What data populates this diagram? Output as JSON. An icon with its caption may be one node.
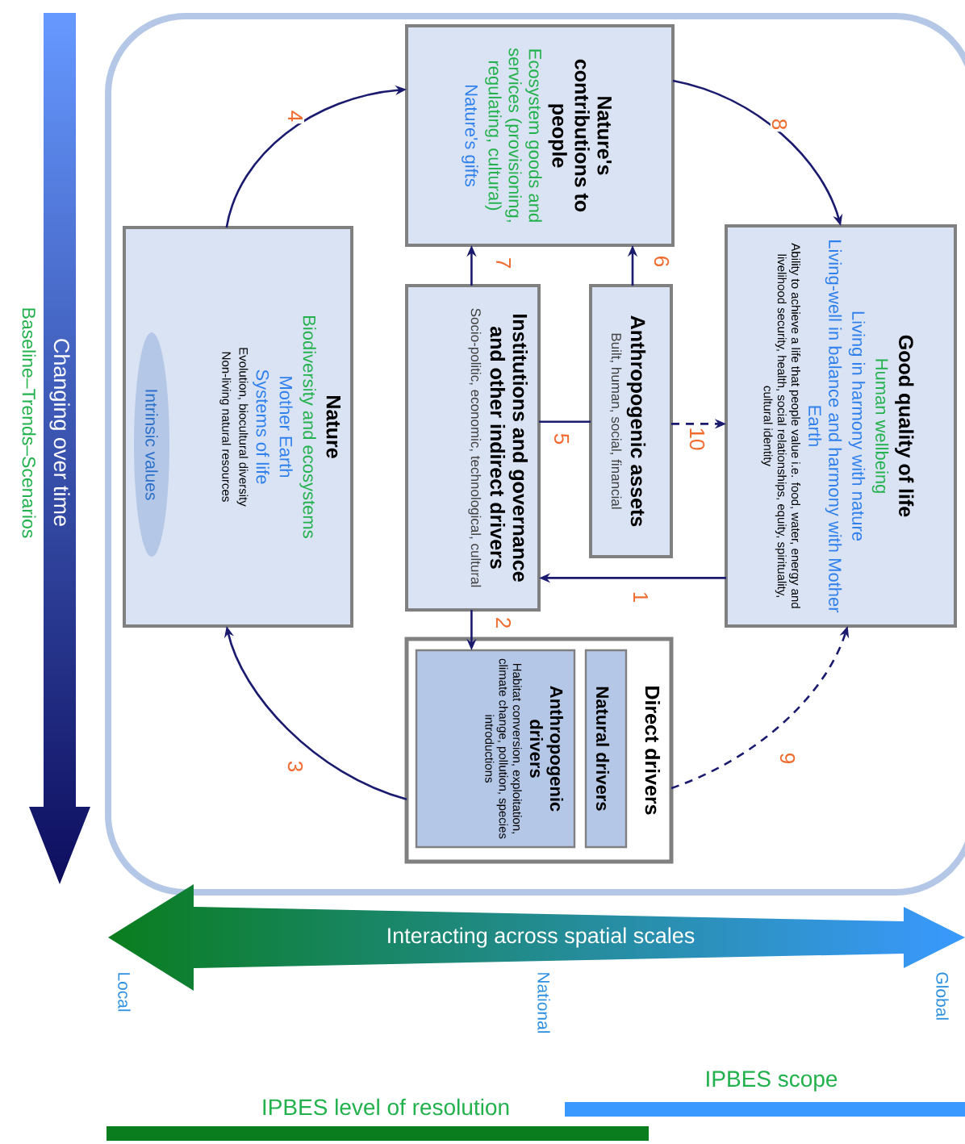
{
  "diagram": {
    "nodes": [
      {
        "text": [
          "Nature",
          "Biodiversity and ecosystems",
          "Mother Earth",
          "Systems of life",
          "Evolution, biocultural diversity",
          "Non-living natural resources"
        ]
      },
      {
        "text": [
          "Intrinsic values"
        ],
        "in": 0
      },
      {
        "text": [
          "Nature's contributions to people",
          "Ecosystem goods and services (provisioning, regulating, cultural)",
          "Nature's gifts"
        ]
      },
      {
        "text": [
          "Institutions and governance and other indirect drivers",
          "Socio-politic, economic, technological, cultural"
        ]
      },
      {
        "text": [
          "Anthropogenic assets",
          "Built, human, social, financial"
        ]
      },
      {
        "text": [
          "Good quality of life",
          "Human wellbeing",
          "Living in harmony with nature",
          "Living-well in balance and harmony with Mother Earth",
          "Ability to achieve a life that people value i.e. food, water, energy and livelihood security, health, social relationships, equity, spirituality, cultural identity"
        ]
      },
      {
        "text": [
          "Direct drivers"
        ]
      },
      {
        "text": [
          "Natural drivers"
        ],
        "in": 6
      },
      {
        "text": [
          "Anthropogenic drivers",
          "Habitat conversion, exploitation, climate change, pollution, species introductions"
        ],
        "in": 6
      }
    ],
    "edges": [
      {
        "from": 0,
        "to": 2,
        "arrow": "to",
        "label": "4"
      },
      {
        "from": 2,
        "to": 5,
        "arrow": "to",
        "label": "8"
      },
      {
        "from": 3,
        "to": 2,
        "arrow": "to",
        "label": "7"
      },
      {
        "from": 4,
        "to": 2,
        "arrow": "to",
        "label": "6"
      },
      {
        "from": 3,
        "to": 4,
        "arrow": "none",
        "label": "5"
      },
      {
        "from": 4,
        "to": 5,
        "arrow": "to",
        "label": "10",
        "style": "dashed"
      },
      {
        "from": 5,
        "to": 3,
        "arrow": "to",
        "label": "1"
      },
      {
        "from": 3,
        "to": 8,
        "arrow": "to",
        "label": "2"
      },
      {
        "from": 6,
        "to": 0,
        "arrow": "to",
        "label": "3"
      },
      {
        "from": 6,
        "to": 5,
        "arrow": "to",
        "label": "9",
        "style": "dashed"
      }
    ],
    "labels": [
      "Changing over time",
      "Baseline–Trends–Scenarios",
      "Interacting across spatial scales",
      "Local",
      "National",
      "Global",
      "IPBES scope",
      "IPBES level of resolution"
    ]
  }
}
